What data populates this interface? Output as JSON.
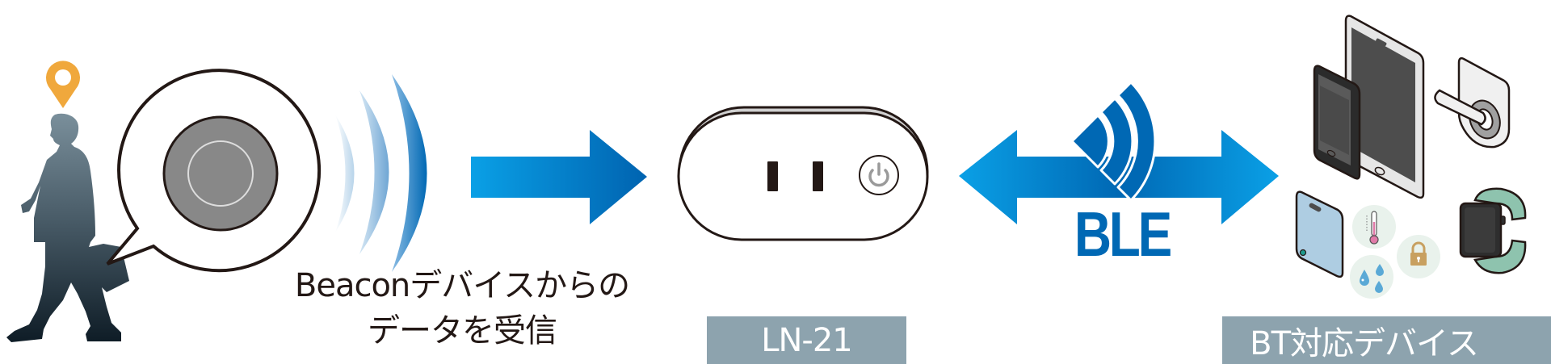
{
  "diagram": {
    "title": "Beacon → LN-21 → BLE → BT対応デバイス",
    "flow": [
      {
        "step": "beacon",
        "caption_line1": "Beaconデバイスからの",
        "caption_line2": "データを受信"
      },
      {
        "step": "gateway",
        "label": "LN-21"
      },
      {
        "step": "link",
        "protocol_label": "BLE",
        "direction": "bidirectional"
      },
      {
        "step": "devices",
        "label": "BT対応デバイス"
      }
    ]
  },
  "beacon": {
    "caption_line1": "Beaconデバイスからの",
    "caption_line2": "データを受信",
    "icons": [
      "walking-businessman-icon",
      "location-pin-icon",
      "speech-bubble-icon",
      "beacon-disc-icon",
      "signal-wave-icon"
    ]
  },
  "gateway": {
    "label": "LN-21",
    "icons": [
      "smart-plug-icon",
      "power-icon"
    ]
  },
  "link": {
    "protocol": "BLE",
    "icons": [
      "double-arrow-icon",
      "wireless-signal-icon"
    ]
  },
  "devices": {
    "label": "BT対応デバイス",
    "items": [
      {
        "name": "smartphone",
        "icon": "smartphone-icon"
      },
      {
        "name": "tablet",
        "icon": "tablet-icon"
      },
      {
        "name": "smart door lock",
        "icon": "door-lever-icon"
      },
      {
        "name": "tag device",
        "icon": "tag-device-icon"
      },
      {
        "name": "temperature sensor",
        "icon": "thermometer-icon"
      },
      {
        "name": "humidity sensor",
        "icon": "water-drop-icon"
      },
      {
        "name": "lock",
        "icon": "padlock-icon"
      },
      {
        "name": "smartwatch",
        "icon": "smartwatch-icon"
      }
    ]
  },
  "colors": {
    "arrow_light": "#0aa0e6",
    "arrow_dark": "#0068b4",
    "ble_blue": "#0068b4",
    "label_bg": "#8da3ae",
    "pin_orange": "#f0a83c",
    "person_top": "#7a8f9b",
    "person_bottom": "#0e1c26",
    "caption_text": "#231815"
  }
}
